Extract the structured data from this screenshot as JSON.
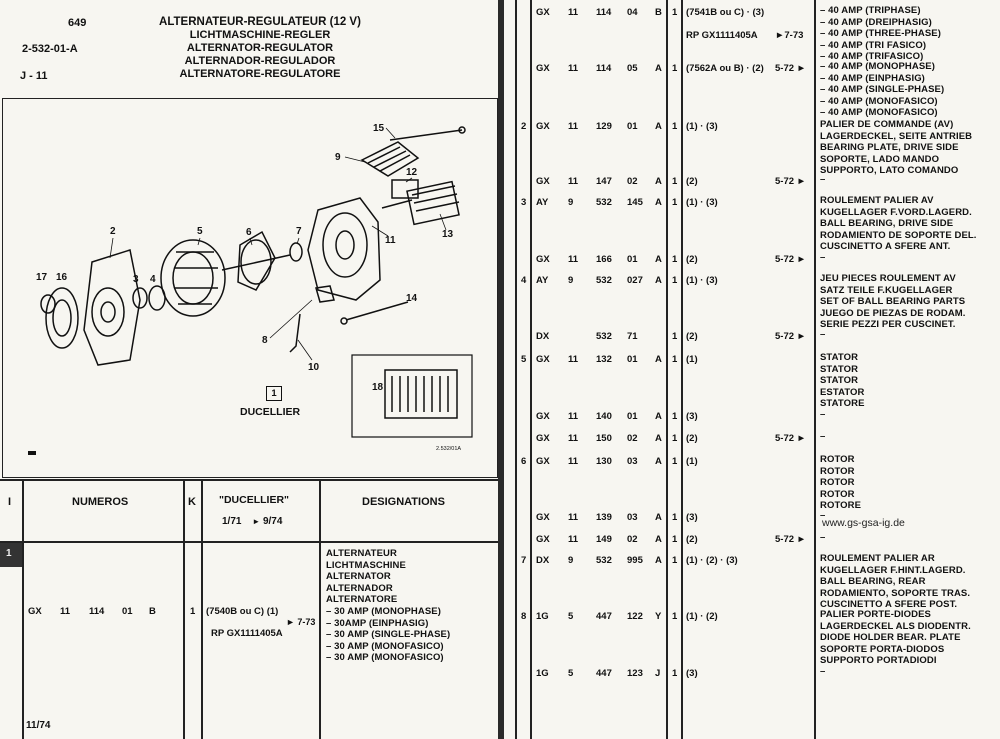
{
  "header": {
    "page_no": "649",
    "ref": "2-532-01-A",
    "section": "J - 11",
    "titles": [
      "ALTERNATEUR-REGULATEUR (12 V)",
      "LICHTMASCHINE-REGLER",
      "ALTERNATOR-REGULATOR",
      "ALTERNADOR-REGULADOR",
      "ALTERNATORE-REGULATORE"
    ]
  },
  "figure": {
    "callouts": [
      "1",
      "2",
      "3",
      "4",
      "5",
      "6",
      "7",
      "8",
      "9",
      "10",
      "11",
      "12",
      "13",
      "14",
      "15",
      "16",
      "17",
      "18"
    ],
    "box_label": "1",
    "brand": "DUCELLIER",
    "ref_code": "2.532/01A"
  },
  "table_head": {
    "col_i": "I",
    "col_numeros": "NUMEROS",
    "col_k": "K",
    "col_ducellier": "\"DUCELLIER\"",
    "ducellier_from": "1/71",
    "ducellier_arrow": "►",
    "ducellier_to": "9/74",
    "col_designations": "DESIGNATIONS"
  },
  "left_row": {
    "index": "1",
    "prefix": "GX",
    "group": "11",
    "number": "114",
    "variant": "01",
    "letter": "B",
    "qty": "1",
    "note": "(7540B ou C) (1)",
    "ref_arrow": "► 7-73",
    "rp": "RP GX1111405A",
    "designation": [
      "ALTERNATEUR",
      "LICHTMASCHINE",
      "ALTERNATOR",
      "ALTERNADOR",
      "ALTERNATORE",
      "– 30 AMP (MONOPHASE)",
      "– 30AMP (EINPHASIG)",
      "– 30 AMP (SINGLE-PHASE)",
      "– 30 AMP (MONOFASICO)",
      "– 30 AMP (MONOFASICO)"
    ]
  },
  "footer": {
    "date": "11/74"
  },
  "rows": [
    {
      "idx": "",
      "c1": "GX",
      "c2": "11",
      "c3": "114",
      "c4": "04",
      "c5": "B",
      "q": "1",
      "note": "(7541B ou C) · (3)",
      "arrow": "",
      "desc": [
        "– 40 AMP (TRIPHASE)",
        "– 40 AMP (DREIPHASIG)",
        "– 40 AMP (THREE-PHASE)",
        "– 40 AMP (TRI FASICO)",
        "– 40 AMP (TRIFASICO)"
      ]
    },
    {
      "idx": "",
      "c1": "",
      "c2": "",
      "c3": "",
      "c4": "",
      "c5": "",
      "q": "",
      "note": "RP GX1111405A",
      "arrow": "►7-73",
      "desc": []
    },
    {
      "idx": "",
      "c1": "GX",
      "c2": "11",
      "c3": "114",
      "c4": "05",
      "c5": "A",
      "q": "1",
      "note": "(7562A ou B) · (2)",
      "arrow": "5-72 ►",
      "desc": [
        "– 40 AMP (MONOPHASE)",
        "– 40 AMP (EINPHASIG)",
        "– 40 AMP (SINGLE-PHASE)",
        "– 40 AMP (MONOFASICO)",
        "– 40 AMP (MONOFASICO)"
      ]
    },
    {
      "idx": "2",
      "c1": "GX",
      "c2": "11",
      "c3": "129",
      "c4": "01",
      "c5": "A",
      "q": "1",
      "note": "(1) · (3)",
      "arrow": "",
      "desc": [
        "PALIER DE COMMANDE (AV)",
        "LAGERDECKEL, SEITE ANTRIEB",
        "BEARING PLATE, DRIVE SIDE",
        "SOPORTE, LADO MANDO",
        "SUPPORTO, LATO COMANDO"
      ]
    },
    {
      "idx": "",
      "c1": "GX",
      "c2": "11",
      "c3": "147",
      "c4": "02",
      "c5": "A",
      "q": "1",
      "note": "(2)",
      "arrow": "5-72 ►",
      "desc": [
        "–"
      ]
    },
    {
      "idx": "3",
      "c1": "AY",
      "c2": "9",
      "c3": "532",
      "c4": "145",
      "c5": "A",
      "q": "1",
      "note": "(1) · (3)",
      "arrow": "",
      "desc": [
        "ROULEMENT PALIER AV",
        "KUGELLAGER F.VORD.LAGERD.",
        "BALL BEARING, DRIVE SIDE",
        "RODAMIENTO DE SOPORTE DEL.",
        "CUSCINETTO A SFERE ANT."
      ]
    },
    {
      "idx": "",
      "c1": "GX",
      "c2": "11",
      "c3": "166",
      "c4": "01",
      "c5": "A",
      "q": "1",
      "note": "(2)",
      "arrow": "5-72 ►",
      "desc": [
        "–"
      ]
    },
    {
      "idx": "4",
      "c1": "AY",
      "c2": "9",
      "c3": "532",
      "c4": "027",
      "c5": "A",
      "q": "1",
      "note": "(1) · (3)",
      "arrow": "",
      "desc": [
        "JEU PIECES ROULEMENT AV",
        "SATZ TEILE F.KUGELLAGER",
        "SET OF BALL BEARING PARTS",
        "JUEGO DE PIEZAS DE RODAM.",
        "SERIE PEZZI PER CUSCINET."
      ]
    },
    {
      "idx": "",
      "c1": "DX",
      "c2": "",
      "c3": "532",
      "c4": "71",
      "c5": "",
      "q": "1",
      "note": "(2)",
      "arrow": "5-72 ►",
      "desc": [
        "–"
      ]
    },
    {
      "idx": "5",
      "c1": "GX",
      "c2": "11",
      "c3": "132",
      "c4": "01",
      "c5": "A",
      "q": "1",
      "note": "(1)",
      "arrow": "",
      "desc": [
        "STATOR",
        "STATOR",
        "STATOR",
        "ESTATOR",
        "STATORE"
      ]
    },
    {
      "idx": "",
      "c1": "GX",
      "c2": "11",
      "c3": "140",
      "c4": "01",
      "c5": "A",
      "q": "1",
      "note": "(3)",
      "arrow": "",
      "desc": [
        "–"
      ]
    },
    {
      "idx": "",
      "c1": "GX",
      "c2": "11",
      "c3": "150",
      "c4": "02",
      "c5": "A",
      "q": "1",
      "note": "(2)",
      "arrow": "5-72 ►",
      "desc": [
        "–"
      ]
    },
    {
      "idx": "6",
      "c1": "GX",
      "c2": "11",
      "c3": "130",
      "c4": "03",
      "c5": "A",
      "q": "1",
      "note": "(1)",
      "arrow": "",
      "desc": [
        "ROTOR",
        "ROTOR",
        "ROTOR",
        "ROTOR",
        "ROTORE"
      ]
    },
    {
      "idx": "",
      "c1": "GX",
      "c2": "11",
      "c3": "139",
      "c4": "03",
      "c5": "A",
      "q": "1",
      "note": "(3)",
      "arrow": "",
      "desc": [
        "–"
      ]
    },
    {
      "idx": "",
      "c1": "GX",
      "c2": "11",
      "c3": "149",
      "c4": "02",
      "c5": "A",
      "q": "1",
      "note": "(2)",
      "arrow": "5-72 ►",
      "desc": [
        "–"
      ]
    },
    {
      "idx": "7",
      "c1": "DX",
      "c2": "9",
      "c3": "532",
      "c4": "995",
      "c5": "A",
      "q": "1",
      "note": "(1) · (2) · (3)",
      "arrow": "",
      "desc": [
        "ROULEMENT PALIER AR",
        "KUGELLAGER F.HINT.LAGERD.",
        "BALL BEARING, REAR",
        "RODAMIENTO, SOPORTE TRAS.",
        "CUSCINETTO A SFERE POST."
      ]
    },
    {
      "idx": "8",
      "c1": "1G",
      "c2": "5",
      "c3": "447",
      "c4": "122",
      "c5": "Y",
      "q": "1",
      "note": "(1) · (2)",
      "arrow": "",
      "desc": [
        "PALIER PORTE-DIODES",
        "LAGERDECKEL ALS DIODENTR.",
        "DIODE HOLDER BEAR. PLATE",
        "SOPORTE PORTA-DIODOS",
        "SUPPORTO PORTADIODI"
      ]
    },
    {
      "idx": "",
      "c1": "1G",
      "c2": "5",
      "c3": "447",
      "c4": "123",
      "c5": "J",
      "q": "1",
      "note": "(3)",
      "arrow": "",
      "desc": [
        "–"
      ]
    }
  ],
  "watermark": "www.gs-gsa-ig.de"
}
